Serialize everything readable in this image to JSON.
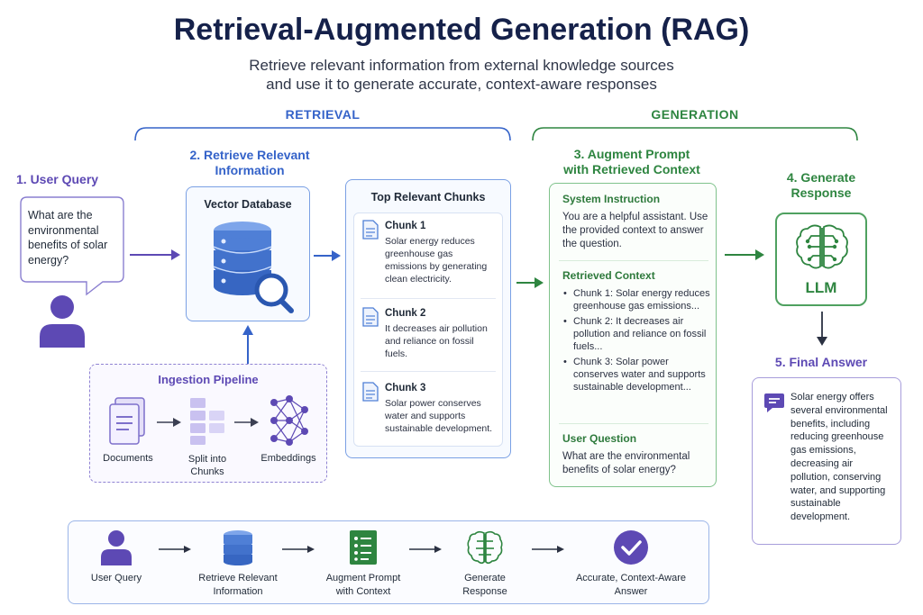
{
  "title": "Retrieval-Augmented Generation (RAG)",
  "subtitle_line1": "Retrieve relevant information from external knowledge sources",
  "subtitle_line2": "and use it to generate accurate, context-aware responses",
  "retrieval_label": "RETRIEVAL",
  "generation_label": "GENERATION",
  "step1": {
    "title": "1. User Query",
    "query": "What are the environmental benefits of solar energy?"
  },
  "step2": {
    "title_line1": "2. Retrieve Relevant",
    "title_line2": "Information",
    "db_label": "Vector Database"
  },
  "ingestion": {
    "title": "Ingestion Pipeline",
    "documents": "Documents",
    "split_line1": "Split into",
    "split_line2": "Chunks",
    "embeddings": "Embeddings"
  },
  "chunks": {
    "title": "Top Relevant Chunks",
    "items": [
      {
        "name": "Chunk 1",
        "text": "Solar energy reduces greenhouse gas emissions by generating clean electricity."
      },
      {
        "name": "Chunk 2",
        "text": "It decreases air pollution and reliance on fossil fuels."
      },
      {
        "name": "Chunk 3",
        "text": "Solar power conserves water and supports sustainable development."
      }
    ]
  },
  "step3": {
    "title_line1": "3. Augment Prompt",
    "title_line2": "with Retrieved Context",
    "system_heading": "System Instruction",
    "system_text": "You are a helpful assistant. Use the provided context to answer the question.",
    "context_heading": "Retrieved Context",
    "context_items": [
      "Chunk 1: Solar energy reduces greenhouse gas emissions...",
      "Chunk 2: It decreases air pollution and reliance on fossil fuels...",
      "Chunk 3: Solar power conserves water and supports sustainable development..."
    ],
    "question_heading": "User Question",
    "question_text": "What are the environmental benefits of solar energy?"
  },
  "step4": {
    "title_line1": "4. Generate",
    "title_line2": "Response",
    "llm_label": "LLM"
  },
  "step5": {
    "title": "5. Final Answer",
    "answer": "Solar energy offers several environmental benefits, including reducing greenhouse gas emissions, decreasing air pollution, conserving water, and supporting sustainable development."
  },
  "flow": {
    "items": [
      {
        "line1": "User Query",
        "line2": ""
      },
      {
        "line1": "Retrieve Relevant",
        "line2": "Information"
      },
      {
        "line1": "Augment Prompt",
        "line2": "with Context"
      },
      {
        "line1": "Generate",
        "line2": "Response"
      },
      {
        "line1": "Accurate, Context-Aware",
        "line2": "Answer"
      }
    ]
  },
  "colors": {
    "navy": "#15214a",
    "blue": "#3563c9",
    "green": "#2e8540",
    "purple": "#5d49b4"
  }
}
